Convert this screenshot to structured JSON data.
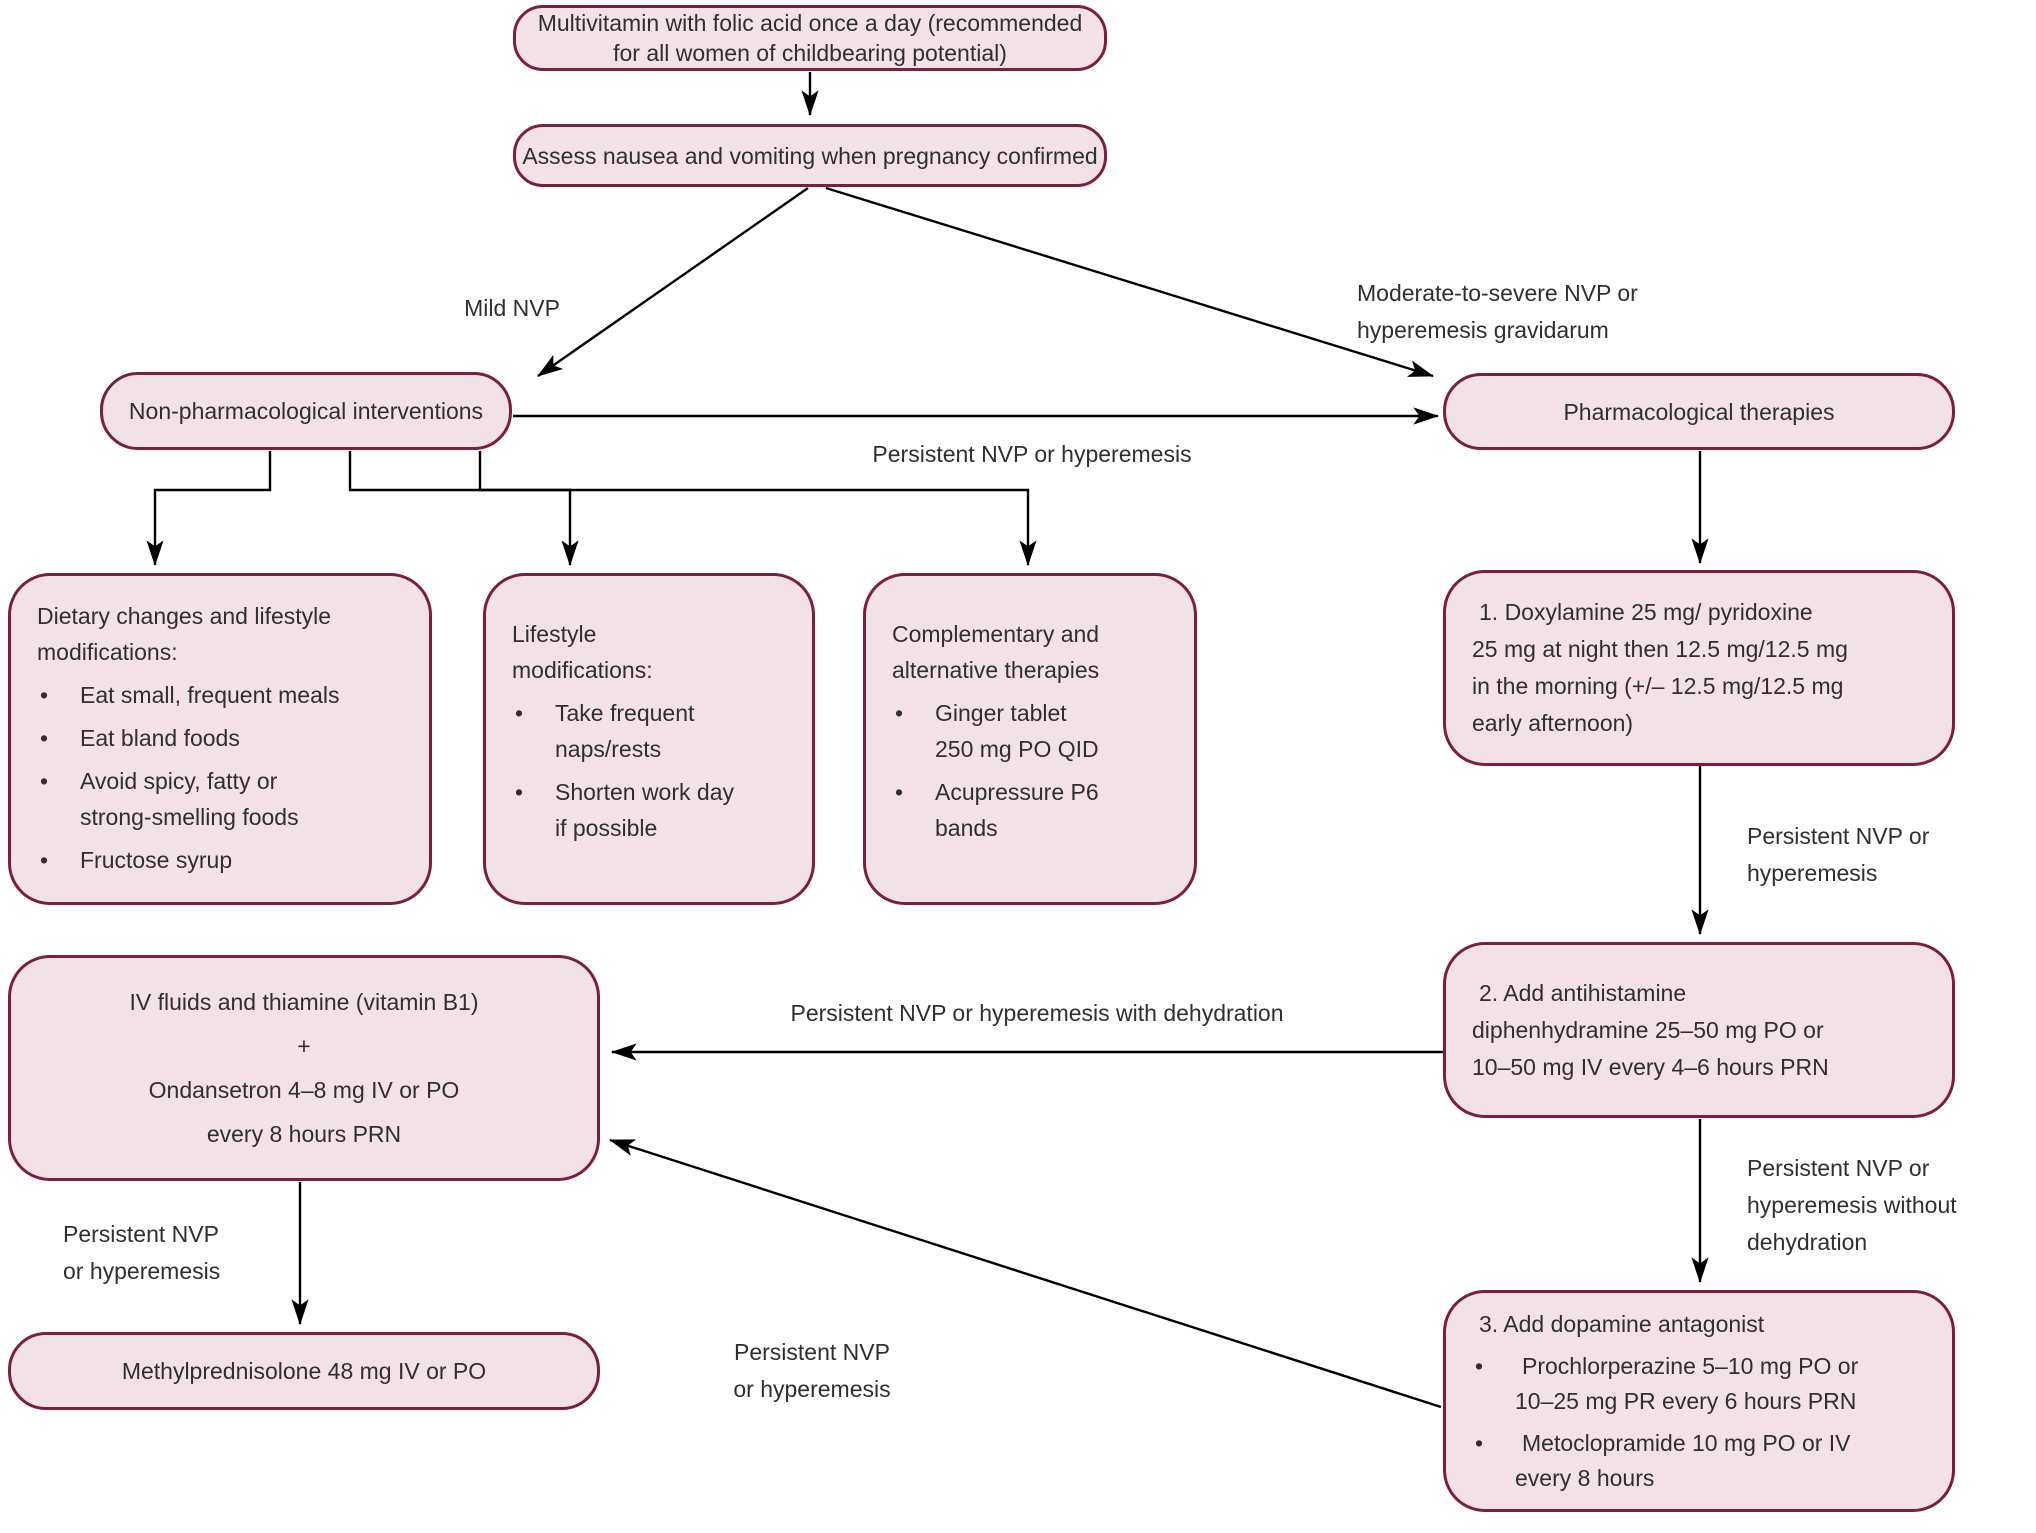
{
  "title": "Management of nausea and vomiting of pregnancy flowchart",
  "colors": {
    "box_fill": "#f2e2e7",
    "box_border": "#7a1f3e",
    "text": "#2f2f2f",
    "arrow": "#000000"
  },
  "nodes": {
    "multivitamin": {
      "lines": [
        "Multivitamin with folic acid once a day (recommended",
        "for all women of childbearing potential)"
      ]
    },
    "assess": {
      "lines": [
        "Assess nausea and vomiting when pregnancy confirmed"
      ]
    },
    "nonpharm": {
      "lines": [
        "Non-pharmacological interventions"
      ]
    },
    "pharm": {
      "lines": [
        "Pharmacological therapies"
      ]
    },
    "dietary": {
      "title_lines": [
        "Dietary changes and lifestyle",
        "modifications:"
      ],
      "bullets": [
        {
          "lines": [
            "Eat small, frequent meals"
          ]
        },
        {
          "lines": [
            "Eat bland foods"
          ]
        },
        {
          "lines": [
            "Avoid spicy, fatty or",
            "strong-smelling foods"
          ]
        },
        {
          "lines": [
            "Fructose syrup"
          ]
        }
      ]
    },
    "lifestyle": {
      "title_lines": [
        "Lifestyle",
        "modifications:"
      ],
      "bullets": [
        {
          "lines": [
            "Take frequent",
            "naps/rests"
          ]
        },
        {
          "lines": [
            "Shorten work day",
            "if possible"
          ]
        }
      ]
    },
    "complementary": {
      "title_lines": [
        "Complementary and",
        "alternative therapies"
      ],
      "bullets": [
        {
          "lines": [
            "Ginger tablet",
            "250 mg PO QID"
          ]
        },
        {
          "lines": [
            "Acupressure P6",
            "bands"
          ]
        }
      ]
    },
    "doxylamine": {
      "lines": [
        "1. Doxylamine 25 mg/ pyridoxine",
        "25 mg at night then 12.5 mg/12.5 mg",
        "in the morning (+/– 12.5 mg/12.5 mg",
        "early afternoon)"
      ]
    },
    "antihistamine": {
      "lines": [
        "2. Add antihistamine",
        "diphenhydramine 25–50 mg PO or",
        "10–50 mg IV every 4–6 hours PRN"
      ]
    },
    "dopamine": {
      "title_lines": [
        "3. Add dopamine antagonist"
      ],
      "bullets": [
        {
          "lines": [
            "Prochlorperazine 5–10 mg PO or",
            "10–25 mg PR every 6 hours PRN"
          ]
        },
        {
          "lines": [
            "Metoclopramide 10 mg PO or IV",
            "every 8 hours"
          ]
        }
      ]
    },
    "ivfluids": {
      "lines": [
        "IV fluids and thiamine (vitamin B1)",
        "+",
        "Ondansetron 4–8 mg IV or PO",
        "every 8 hours PRN"
      ]
    },
    "methylprednisolone": {
      "lines": [
        "Methylprednisolone 48 mg IV or PO"
      ]
    }
  },
  "edge_labels": {
    "mild": {
      "lines": [
        "Mild NVP"
      ]
    },
    "moderate": {
      "lines": [
        "Moderate-to-severe NVP or",
        "hyperemesis gravidarum"
      ]
    },
    "persistent_top": {
      "lines": [
        "Persistent NVP or hyperemesis"
      ]
    },
    "persistent_1_2": {
      "lines": [
        "Persistent NVP or",
        "hyperemesis"
      ]
    },
    "persistent_dehydration": {
      "lines": [
        "Persistent NVP or hyperemesis with dehydration"
      ]
    },
    "persistent_without": {
      "lines": [
        "Persistent NVP or",
        "hyperemesis without",
        "dehydration"
      ]
    },
    "persistent_3_iv": {
      "lines": [
        "Persistent NVP",
        "or hyperemesis"
      ]
    },
    "persistent_iv_methyl": {
      "lines": [
        "Persistent NVP",
        "or hyperemesis"
      ]
    }
  }
}
